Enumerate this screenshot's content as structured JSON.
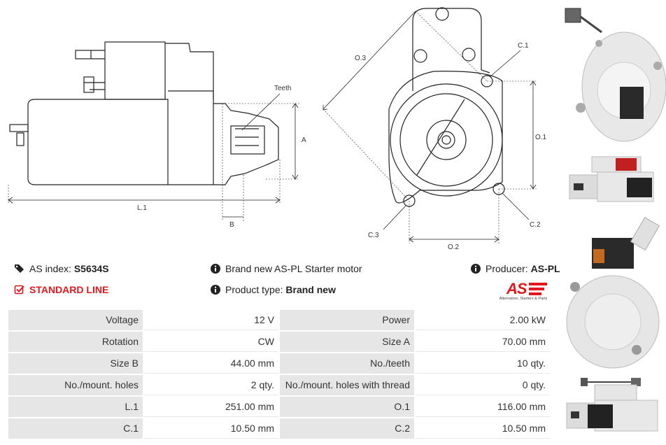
{
  "diagram": {
    "labels": {
      "teeth": "Teeth",
      "a": "A",
      "l1": "L.1",
      "b": "B",
      "o3": "O.3",
      "c1": "C.1",
      "o1": "O.1",
      "c3": "C.3",
      "c2": "C.2",
      "o2": "O.2"
    }
  },
  "info": {
    "as_index_label": "AS index:",
    "as_index_value": "S5634S",
    "description": "Brand new AS-PL Starter motor",
    "producer_label": "Producer:",
    "producer_value": "AS-PL",
    "line": "STANDARD LINE",
    "product_type_label": "Product type:",
    "product_type_value": "Brand new"
  },
  "logo": {
    "mark": "AS",
    "tagline": "Alternators, Starters & Parts"
  },
  "specs": {
    "rows": [
      {
        "l1": "Voltage",
        "v1": "12 V",
        "l2": "Power",
        "v2": "2.00 kW"
      },
      {
        "l1": "Rotation",
        "v1": "CW",
        "l2": "Size A",
        "v2": "70.00 mm"
      },
      {
        "l1": "Size B",
        "v1": "44.00 mm",
        "l2": "No./teeth",
        "v2": "10 qty."
      },
      {
        "l1": "No./mount. holes",
        "v1": "2 qty.",
        "l2": "No./mount. holes with thread",
        "v2": "0 qty."
      },
      {
        "l1": "L.1",
        "v1": "251.00 mm",
        "l2": "O.1",
        "v2": "116.00 mm"
      },
      {
        "l1": "C.1",
        "v1": "10.50 mm",
        "l2": "C.2",
        "v2": "10.50 mm"
      }
    ]
  },
  "colors": {
    "accent": "#e3181e",
    "label_bg": "#e6e6e6"
  }
}
